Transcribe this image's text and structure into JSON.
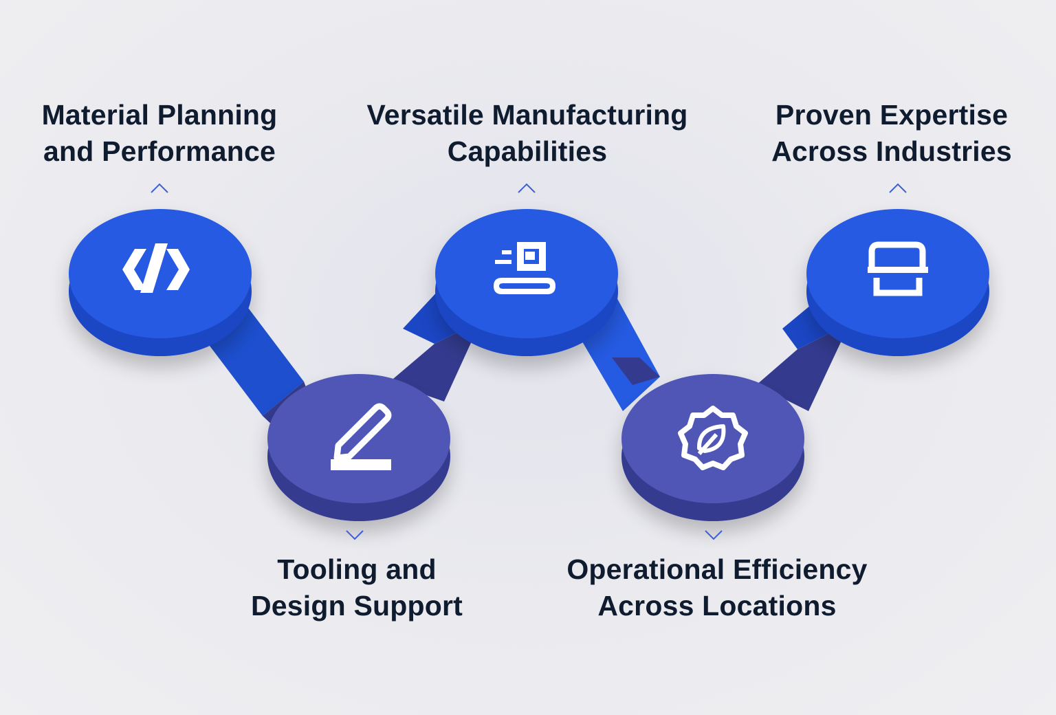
{
  "colors": {
    "background": "#ebebef",
    "blue_top": "#255ae2",
    "blue_side": "#1b46c4",
    "indigo_top": "#4f57b5",
    "indigo_side": "#343b8f",
    "icon": "#ffffff",
    "text": "#0f1b2e",
    "arrow": "#3b5fd6"
  },
  "steps": [
    {
      "id": "material",
      "lines": [
        "Material Planning",
        "and Performance"
      ],
      "icon": "code-slash-icon",
      "color": "blue",
      "label_position": "top"
    },
    {
      "id": "tooling",
      "lines": [
        "Tooling and",
        "Design Support"
      ],
      "icon": "pencil-icon",
      "color": "indigo",
      "label_position": "bottom"
    },
    {
      "id": "versatile",
      "lines": [
        "Versatile Manufacturing",
        "Capabilities"
      ],
      "icon": "conveyor-icon",
      "color": "blue",
      "label_position": "top"
    },
    {
      "id": "operational",
      "lines": [
        "Operational Efficiency",
        "Across Locations"
      ],
      "icon": "leaf-badge-icon",
      "color": "indigo",
      "label_position": "bottom"
    },
    {
      "id": "proven",
      "lines": [
        "Proven Expertise",
        "Across Industries"
      ],
      "icon": "scanner-icon",
      "color": "blue",
      "label_position": "top"
    }
  ]
}
